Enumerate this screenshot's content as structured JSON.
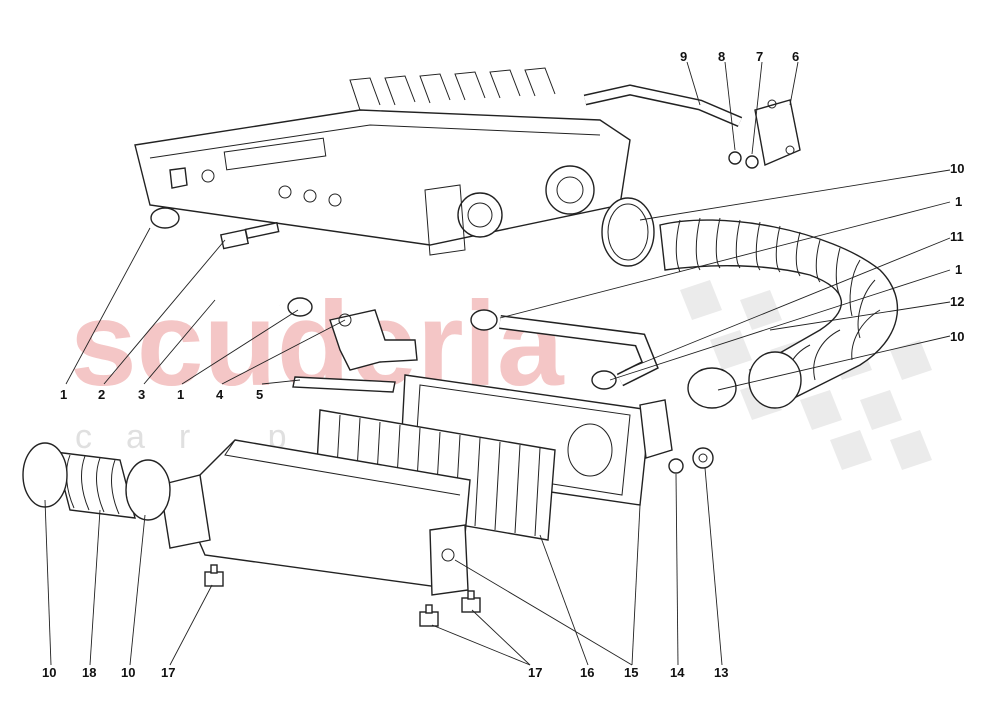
{
  "watermark": {
    "main": "scuderia",
    "sub": "car parts"
  },
  "callouts": [
    {
      "id": "c1",
      "text": "1"
    },
    {
      "id": "c2",
      "text": "2"
    },
    {
      "id": "c3",
      "text": "3"
    },
    {
      "id": "c4",
      "text": "1"
    },
    {
      "id": "c5",
      "text": "4"
    },
    {
      "id": "c6",
      "text": "5"
    },
    {
      "id": "c7",
      "text": "9"
    },
    {
      "id": "c8",
      "text": "8"
    },
    {
      "id": "c9",
      "text": "7"
    },
    {
      "id": "c10",
      "text": "6"
    },
    {
      "id": "c11",
      "text": "10"
    },
    {
      "id": "c12",
      "text": "1"
    },
    {
      "id": "c13",
      "text": "11"
    },
    {
      "id": "c14",
      "text": "1"
    },
    {
      "id": "c15",
      "text": "12"
    },
    {
      "id": "c16",
      "text": "10"
    },
    {
      "id": "c17",
      "text": "10"
    },
    {
      "id": "c18",
      "text": "18"
    },
    {
      "id": "c19",
      "text": "10"
    },
    {
      "id": "c20",
      "text": "17"
    },
    {
      "id": "c21",
      "text": "17"
    },
    {
      "id": "c22",
      "text": "16"
    },
    {
      "id": "c23",
      "text": "15"
    },
    {
      "id": "c24",
      "text": "14"
    },
    {
      "id": "c25",
      "text": "13"
    }
  ]
}
